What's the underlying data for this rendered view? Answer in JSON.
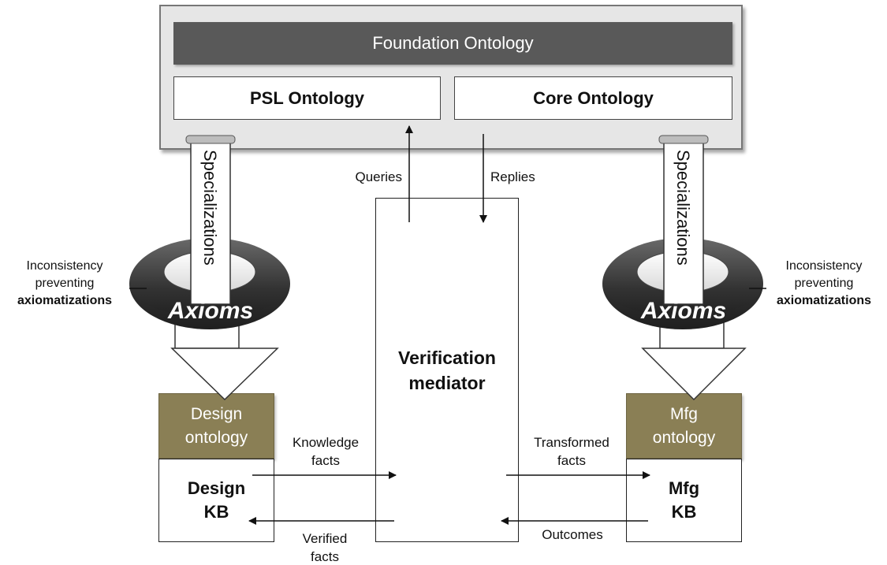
{
  "framework": {
    "foundation": "Foundation Ontology",
    "psl": "PSL Ontology",
    "core": "Core Ontology"
  },
  "mediator": {
    "line1": "Verification",
    "line2": "mediator"
  },
  "specializations_label": "Specializations",
  "axioms_label": "Axioms",
  "left_note": {
    "line1": "Inconsistency",
    "line2": "preventing",
    "line3": "axiomatizations"
  },
  "right_note": {
    "line1": "Inconsistency",
    "line2": "preventing",
    "line3": "axiomatizations"
  },
  "design": {
    "onto_line1": "Design",
    "onto_line2": "ontology",
    "kb_line1": "Design",
    "kb_line2": "KB"
  },
  "mfg": {
    "onto_line1": "Mfg",
    "onto_line2": "ontology",
    "kb_line1": "Mfg",
    "kb_line2": "KB"
  },
  "arrows": {
    "queries": "Queries",
    "replies": "Replies",
    "knowledge_facts": {
      "line1": "Knowledge",
      "line2": "facts"
    },
    "verified_facts": {
      "line1": "Verified",
      "line2": "facts"
    },
    "transformed_facts": {
      "line1": "Transformed",
      "line2": "facts"
    },
    "outcomes": "Outcomes"
  },
  "colors": {
    "foundation": "#595959",
    "ontology_block": "#8a7f55",
    "ring": "#3a3a3a",
    "frame": "#e6e6e6"
  }
}
